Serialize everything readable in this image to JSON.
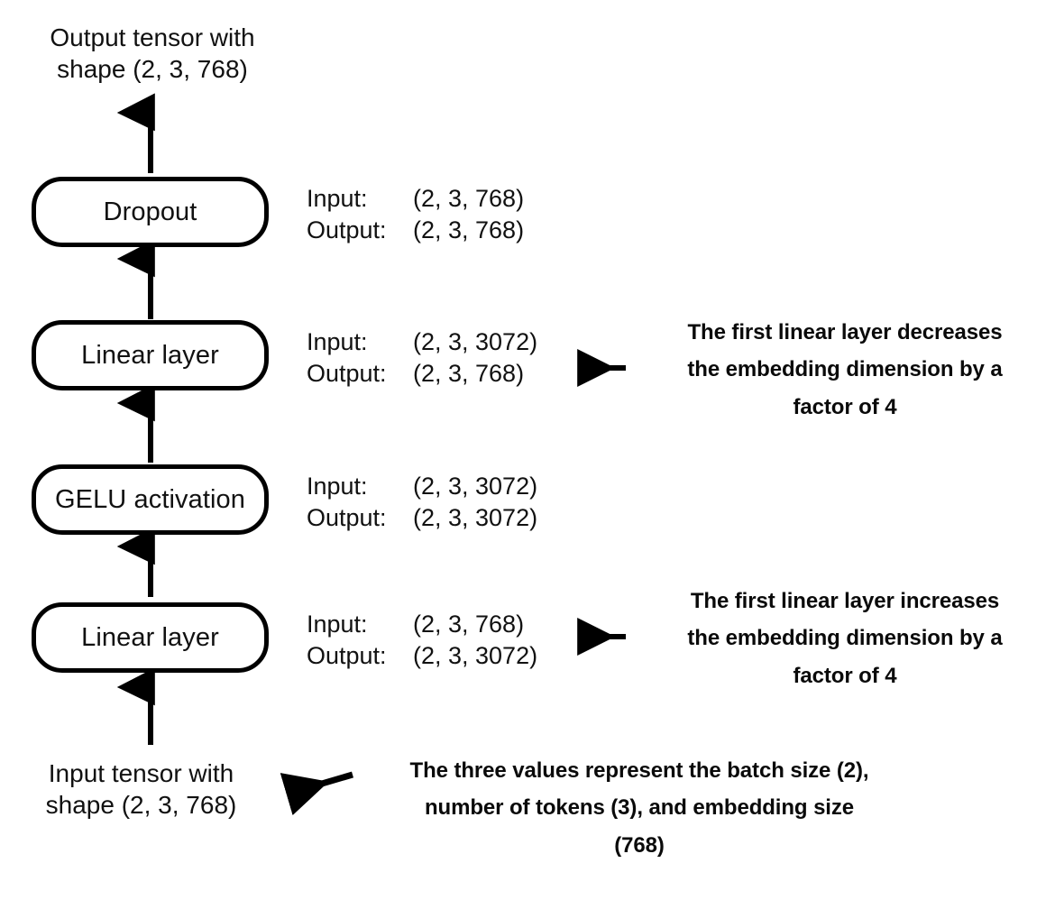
{
  "diagram": {
    "title_top": "Output tensor with\nshape (2, 3, 768)",
    "title_bottom": "Input tensor with\nshape (2, 3, 768)",
    "io_labels": {
      "input": "Input:",
      "output": "Output:"
    },
    "nodes": [
      {
        "id": "dropout",
        "label": "Dropout",
        "input_shape": "(2, 3, 768)",
        "output_shape": "(2, 3, 768)"
      },
      {
        "id": "linear-2",
        "label": "Linear layer",
        "input_shape": "(2, 3, 3072)",
        "output_shape": "(2, 3, 768)"
      },
      {
        "id": "gelu",
        "label": "GELU activation",
        "input_shape": "(2, 3, 3072)",
        "output_shape": "(2, 3, 3072)"
      },
      {
        "id": "linear-1",
        "label": "Linear layer",
        "input_shape": "(2, 3, 768)",
        "output_shape": "(2, 3, 3072)"
      }
    ],
    "annotations": [
      {
        "id": "decrease-note",
        "text": "The first linear layer decreases\nthe embedding dimension by a\nfactor of 4"
      },
      {
        "id": "increase-note",
        "text": "The first linear layer increases\nthe embedding dimension by a\nfactor of 4"
      },
      {
        "id": "shape-note",
        "text": "The three values represent the batch size (2),\nnumber of tokens (3), and embedding size\n(768)"
      }
    ],
    "colors": {
      "stroke": "#000000",
      "background": "#ffffff",
      "text": "#111111"
    }
  }
}
